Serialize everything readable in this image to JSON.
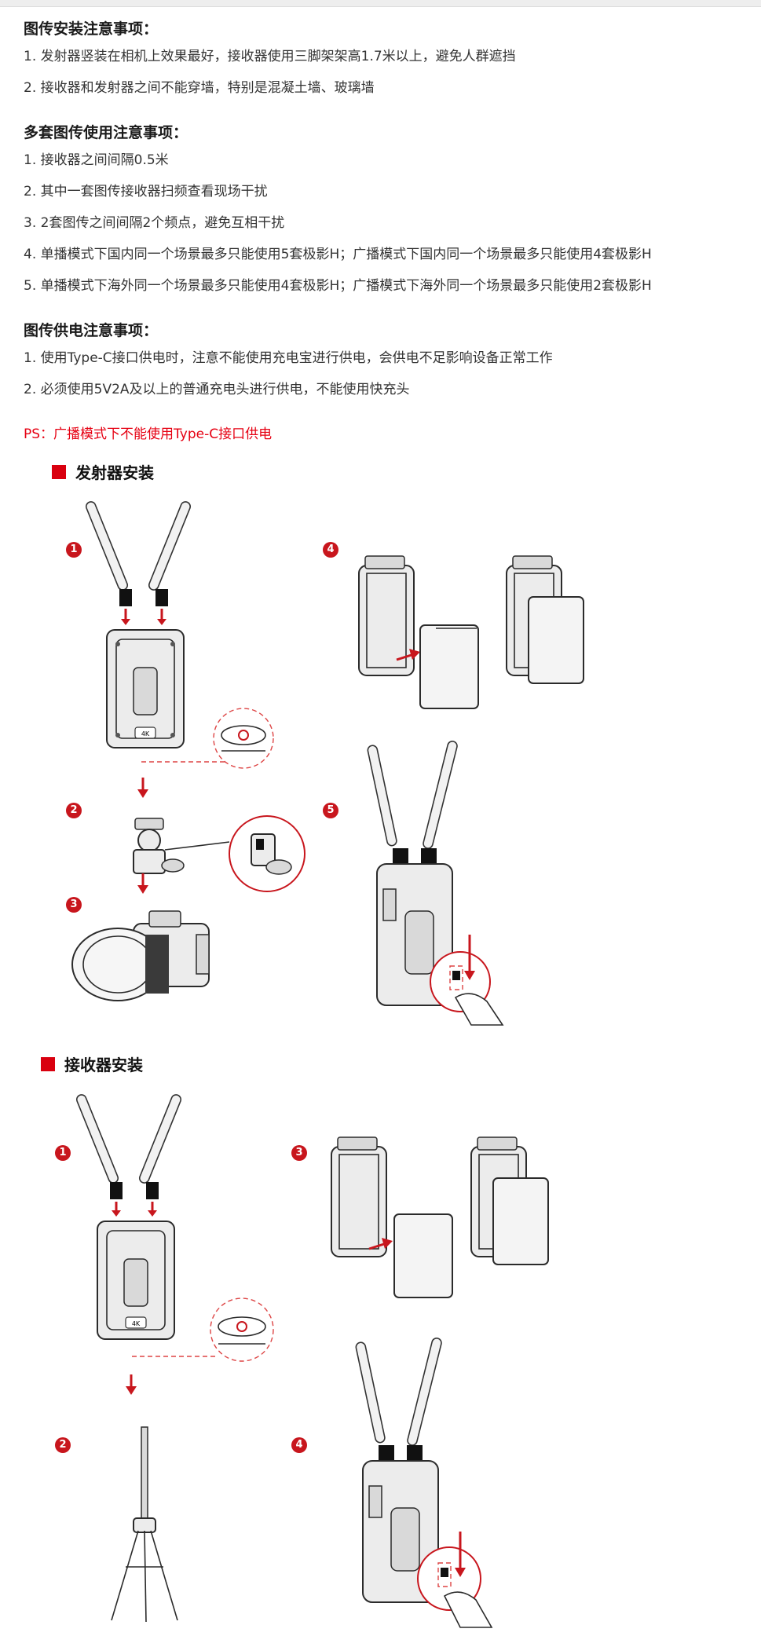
{
  "notes": {
    "section1": {
      "title": "图传安装注意事项：",
      "items": [
        "1. 发射器竖装在相机上效果最好，接收器使用三脚架架高1.7米以上，避免人群遮挡",
        "2. 接收器和发射器之间不能穿墙，特别是混凝土墙、玻璃墙"
      ]
    },
    "section2": {
      "title": "多套图传使用注意事项：",
      "items": [
        "1. 接收器之间间隔0.5米",
        "2. 其中一套图传接收器扫频查看现场干扰",
        "3. 2套图传之间间隔2个频点，避免互相干扰",
        "4. 单播模式下国内同一个场景最多只能使用5套极影H；广播模式下国内同一个场景最多只能使用4套极影H",
        "5. 单播模式下海外同一个场景最多只能使用4套极影H；广播模式下海外同一个场景最多只能使用2套极影H"
      ]
    },
    "section3": {
      "title": "图传供电注意事项：",
      "items": [
        "1. 使用Type-C接口供电时，注意不能使用充电宝进行供电，会供电不足影响设备正常工作",
        "2. 必须使用5V2A及以上的普通充电头进行供电，不能使用快充头"
      ],
      "ps": "PS：广播模式下不能使用Type-C接口供电"
    }
  },
  "transmitter": {
    "title": "发射器安装",
    "steps": [
      "1",
      "2",
      "3",
      "4",
      "5"
    ]
  },
  "receiver": {
    "title": "接收器安装",
    "steps": [
      "1",
      "2",
      "3",
      "4"
    ]
  },
  "device_label": "4K",
  "colors": {
    "accent": "#c8161d",
    "ps_text": "#e60012",
    "square": "#d9000f"
  }
}
